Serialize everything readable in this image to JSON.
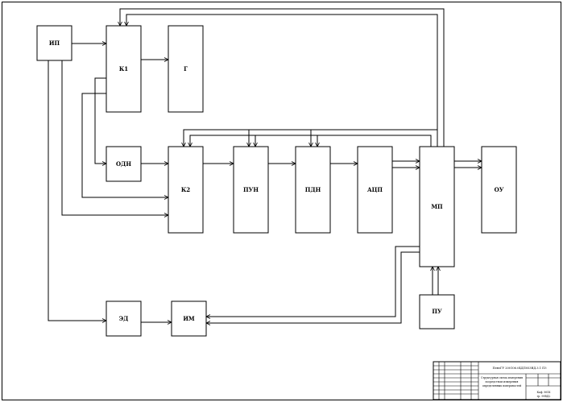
{
  "blocks": {
    "ip": "ИП",
    "k1": "К1",
    "g": "Г",
    "odn": "ОДН",
    "k2": "К2",
    "pun": "ПУН",
    "pdn": "ПДН",
    "acp": "АЦП",
    "mp": "МП",
    "ou": "ОУ",
    "pu": "ПУ",
    "ed": "ЭД",
    "im": "ИМ"
  },
  "title_block": {
    "doc_code": "ПензГУ 200106.04ДП053ВД.3.1 ПЗ",
    "title_line1": "Структурная схема измерения",
    "title_line2": "посредством измерения",
    "title_line3": "определенных поверхностей",
    "org_line1": "Каф. МСК",
    "org_line2": "гр. 99ВД2"
  }
}
